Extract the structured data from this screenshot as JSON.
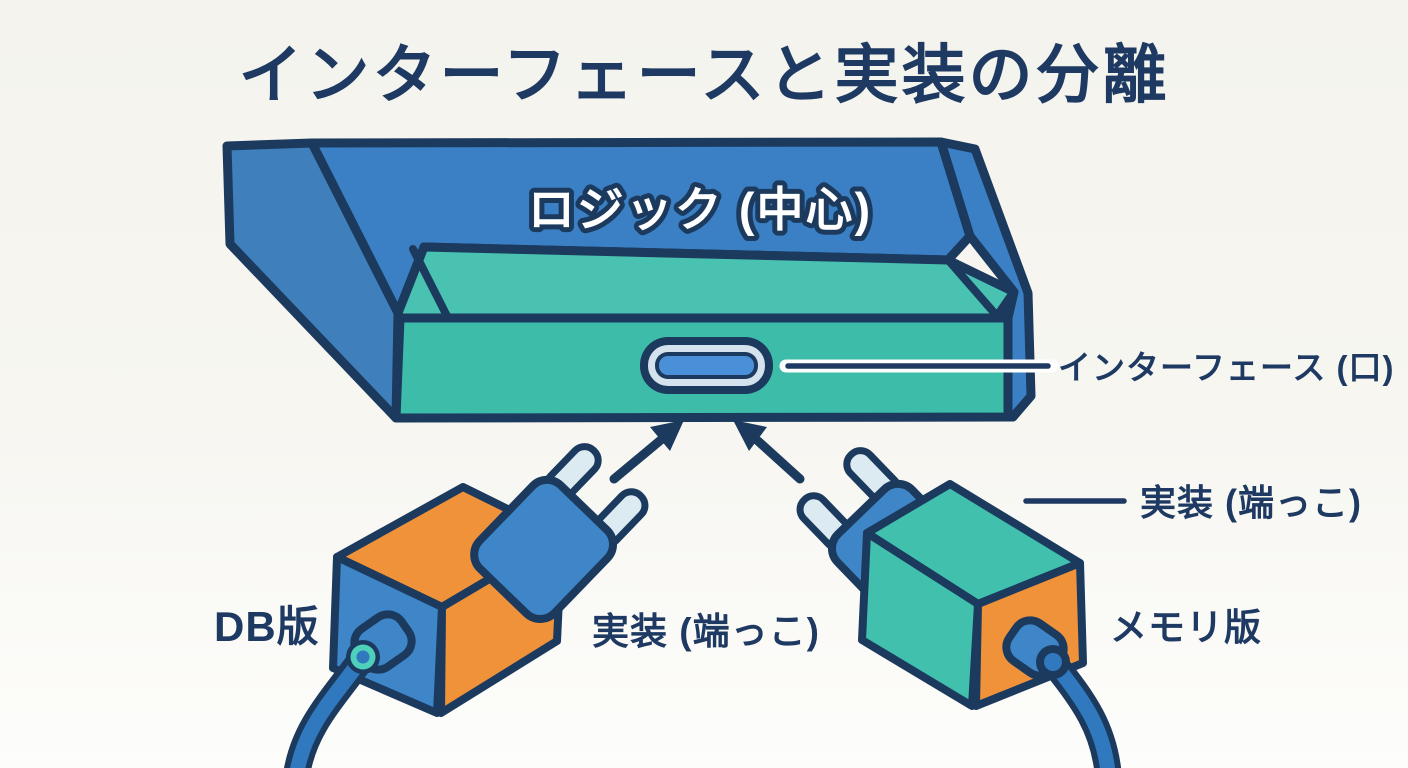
{
  "title": "インターフェースと実装の分離",
  "device": {
    "label": "ロジック (中心)",
    "port_label": "インターフェース (口)"
  },
  "plugs": {
    "left": {
      "name": "DB版",
      "impl_label": "実装 (端っこ)"
    },
    "right": {
      "name": "メモリ版",
      "impl_label": "実装 (端っこ)"
    }
  },
  "colors": {
    "background": "#f6f5f0",
    "outline_navy": "#1b3a5e",
    "text_navy": "#1e3a63",
    "device_blue": "#3b80c4",
    "device_teal": "#3dbcaa",
    "plug_orange": "#f0923a",
    "plug_blue": "#3f86c8",
    "plug_teal": "#41c0ae",
    "prong_light": "#dcebf2",
    "cable_blue": "#3079bf",
    "port_inner_blue": "#4a90d8",
    "port_ring_light": "#d4e2ee",
    "label_white": "#ffffff"
  }
}
